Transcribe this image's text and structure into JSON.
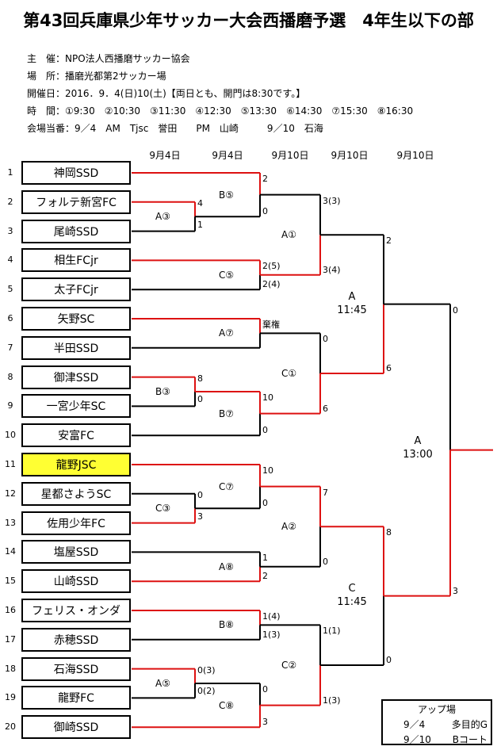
{
  "title": "第43回兵庫県少年サッカー大会西播磨予選　4年生以下の部",
  "info": [
    "主　催：NPO法人西播磨サッカー協会",
    "場　所：播磨光都第2サッカー場",
    "開催日：2016．9．4(日)10(土)【両日とも、開門は8:30です。】",
    "時　間：①9:30　②10:30　③11:30　④12:30　⑤13:30　⑥14:30　⑦15:30　⑧16:30",
    "会場当番：9／4　AM　Tjsc　誉田　　PM　山崎　　　9／10　石海"
  ],
  "dates": [
    "9月4日",
    "9月4日",
    "9月10日",
    "9月10日",
    "9月10日"
  ],
  "teams": [
    {
      "no": "1",
      "name": "神岡SSD"
    },
    {
      "no": "2",
      "name": "フォルテ新宮FC"
    },
    {
      "no": "3",
      "name": "尾崎SSD"
    },
    {
      "no": "4",
      "name": "相生FCjr"
    },
    {
      "no": "5",
      "name": "太子FCjr"
    },
    {
      "no": "6",
      "name": "矢野SC"
    },
    {
      "no": "7",
      "name": "半田SSD"
    },
    {
      "no": "8",
      "name": "御津SSD"
    },
    {
      "no": "9",
      "name": "一宮少年SC"
    },
    {
      "no": "10",
      "name": "安富FC"
    },
    {
      "no": "11",
      "name": "龍野JSC"
    },
    {
      "no": "12",
      "name": "星都さようSC"
    },
    {
      "no": "13",
      "name": "佐用少年FC"
    },
    {
      "no": "14",
      "name": "塩屋SSD"
    },
    {
      "no": "15",
      "name": "山崎SSD"
    },
    {
      "no": "16",
      "name": "フェリス・オンダ"
    },
    {
      "no": "17",
      "name": "赤穂SSD"
    },
    {
      "no": "18",
      "name": "石海SSD"
    },
    {
      "no": "19",
      "name": "龍野FC"
    },
    {
      "no": "20",
      "name": "御崎SSD"
    }
  ],
  "highlight_team": "11",
  "colors": {
    "win": "#dd1111",
    "lose": "#000000",
    "highlight": "#ffff33"
  },
  "match_labels": {
    "r0_a": "A③",
    "r0_b": "B③",
    "r0_c": "C③",
    "r0_d": "A⑤",
    "r1_1": "B⑤",
    "r1_2": "C⑤",
    "r1_3": "A⑦",
    "r1_4": "B⑦",
    "r1_5": "C⑦",
    "r1_6": "A⑧",
    "r1_7": "B⑧",
    "r1_8": "C⑧",
    "r2_1": "A①",
    "r2_2": "C①",
    "r2_3": "A②",
    "r2_4": "C②",
    "sf_top": "A\n11:45",
    "sf_bot": "C\n11:45",
    "final": "A\n13:00"
  },
  "scores": {
    "r0a_t": "4",
    "r0a_b": "1",
    "r0b_t": "8",
    "r0b_b": "0",
    "r0c_t": "0",
    "r0c_b": "3",
    "r0d_t": "0(3)",
    "r0d_b": "0(2)",
    "r1_1t": "2",
    "r1_1b": "0",
    "r1_2t": "2(5)",
    "r1_2b": "2(4)",
    "r1_3t": "棄権",
    "r1_4t": "10",
    "r1_4b": "0",
    "r1_5t": "10",
    "r1_5b": "0",
    "r1_6t": "1",
    "r1_6b": "2",
    "r1_7t": "1(4)",
    "r1_7b": "1(3)",
    "r1_8t": "0",
    "r1_8b": "3",
    "r2_1t": "3(3)",
    "r2_1b": "3(4)",
    "r2_2t": "0",
    "r2_2b": "6",
    "r2_3t": "7",
    "r2_3b": "0",
    "r2_4t": "1(1)",
    "r2_4b": "1(3)",
    "sf_t": "2",
    "sf_tb": "6",
    "sf_bt": "8",
    "sf_bb": "0",
    "f_t": "0",
    "f_b": "3"
  },
  "legend": {
    "title": "アップ場",
    "rows": [
      {
        "date": "9／4",
        "place": "多目的G"
      },
      {
        "date": "9／10",
        "place": "Bコート"
      }
    ]
  }
}
